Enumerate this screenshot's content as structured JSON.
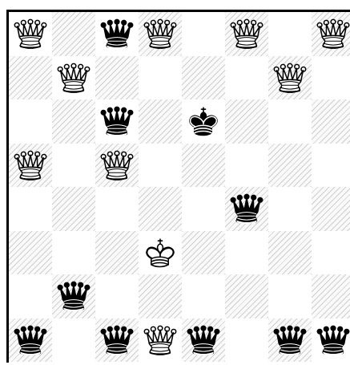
{
  "board": {
    "files": [
      "a",
      "b",
      "c",
      "d",
      "e",
      "f",
      "g",
      "h"
    ],
    "ranks": [
      8,
      7,
      6,
      5,
      4,
      3,
      2,
      1
    ],
    "colors": {
      "dark_hatch": "#cfcfcf",
      "light": "#ffffff",
      "white_piece": "#ffffff",
      "black_piece": "#000000"
    },
    "pieces": [
      {
        "square": "a8",
        "piece": "queen",
        "color": "white"
      },
      {
        "square": "c8",
        "piece": "queen",
        "color": "black"
      },
      {
        "square": "d8",
        "piece": "queen",
        "color": "white"
      },
      {
        "square": "f8",
        "piece": "queen",
        "color": "white"
      },
      {
        "square": "h8",
        "piece": "queen",
        "color": "white"
      },
      {
        "square": "b7",
        "piece": "queen",
        "color": "white"
      },
      {
        "square": "g7",
        "piece": "queen",
        "color": "white"
      },
      {
        "square": "c6",
        "piece": "queen",
        "color": "black"
      },
      {
        "square": "e6",
        "piece": "king",
        "color": "black"
      },
      {
        "square": "a5",
        "piece": "queen",
        "color": "white"
      },
      {
        "square": "c5",
        "piece": "queen",
        "color": "white"
      },
      {
        "square": "f4",
        "piece": "queen",
        "color": "black"
      },
      {
        "square": "d3",
        "piece": "king",
        "color": "white"
      },
      {
        "square": "b2",
        "piece": "queen",
        "color": "black"
      },
      {
        "square": "a1",
        "piece": "queen",
        "color": "black"
      },
      {
        "square": "c1",
        "piece": "queen",
        "color": "black"
      },
      {
        "square": "d1",
        "piece": "queen",
        "color": "white"
      },
      {
        "square": "e1",
        "piece": "queen",
        "color": "black"
      },
      {
        "square": "g1",
        "piece": "queen",
        "color": "black"
      },
      {
        "square": "h1",
        "piece": "queen",
        "color": "black"
      }
    ]
  }
}
